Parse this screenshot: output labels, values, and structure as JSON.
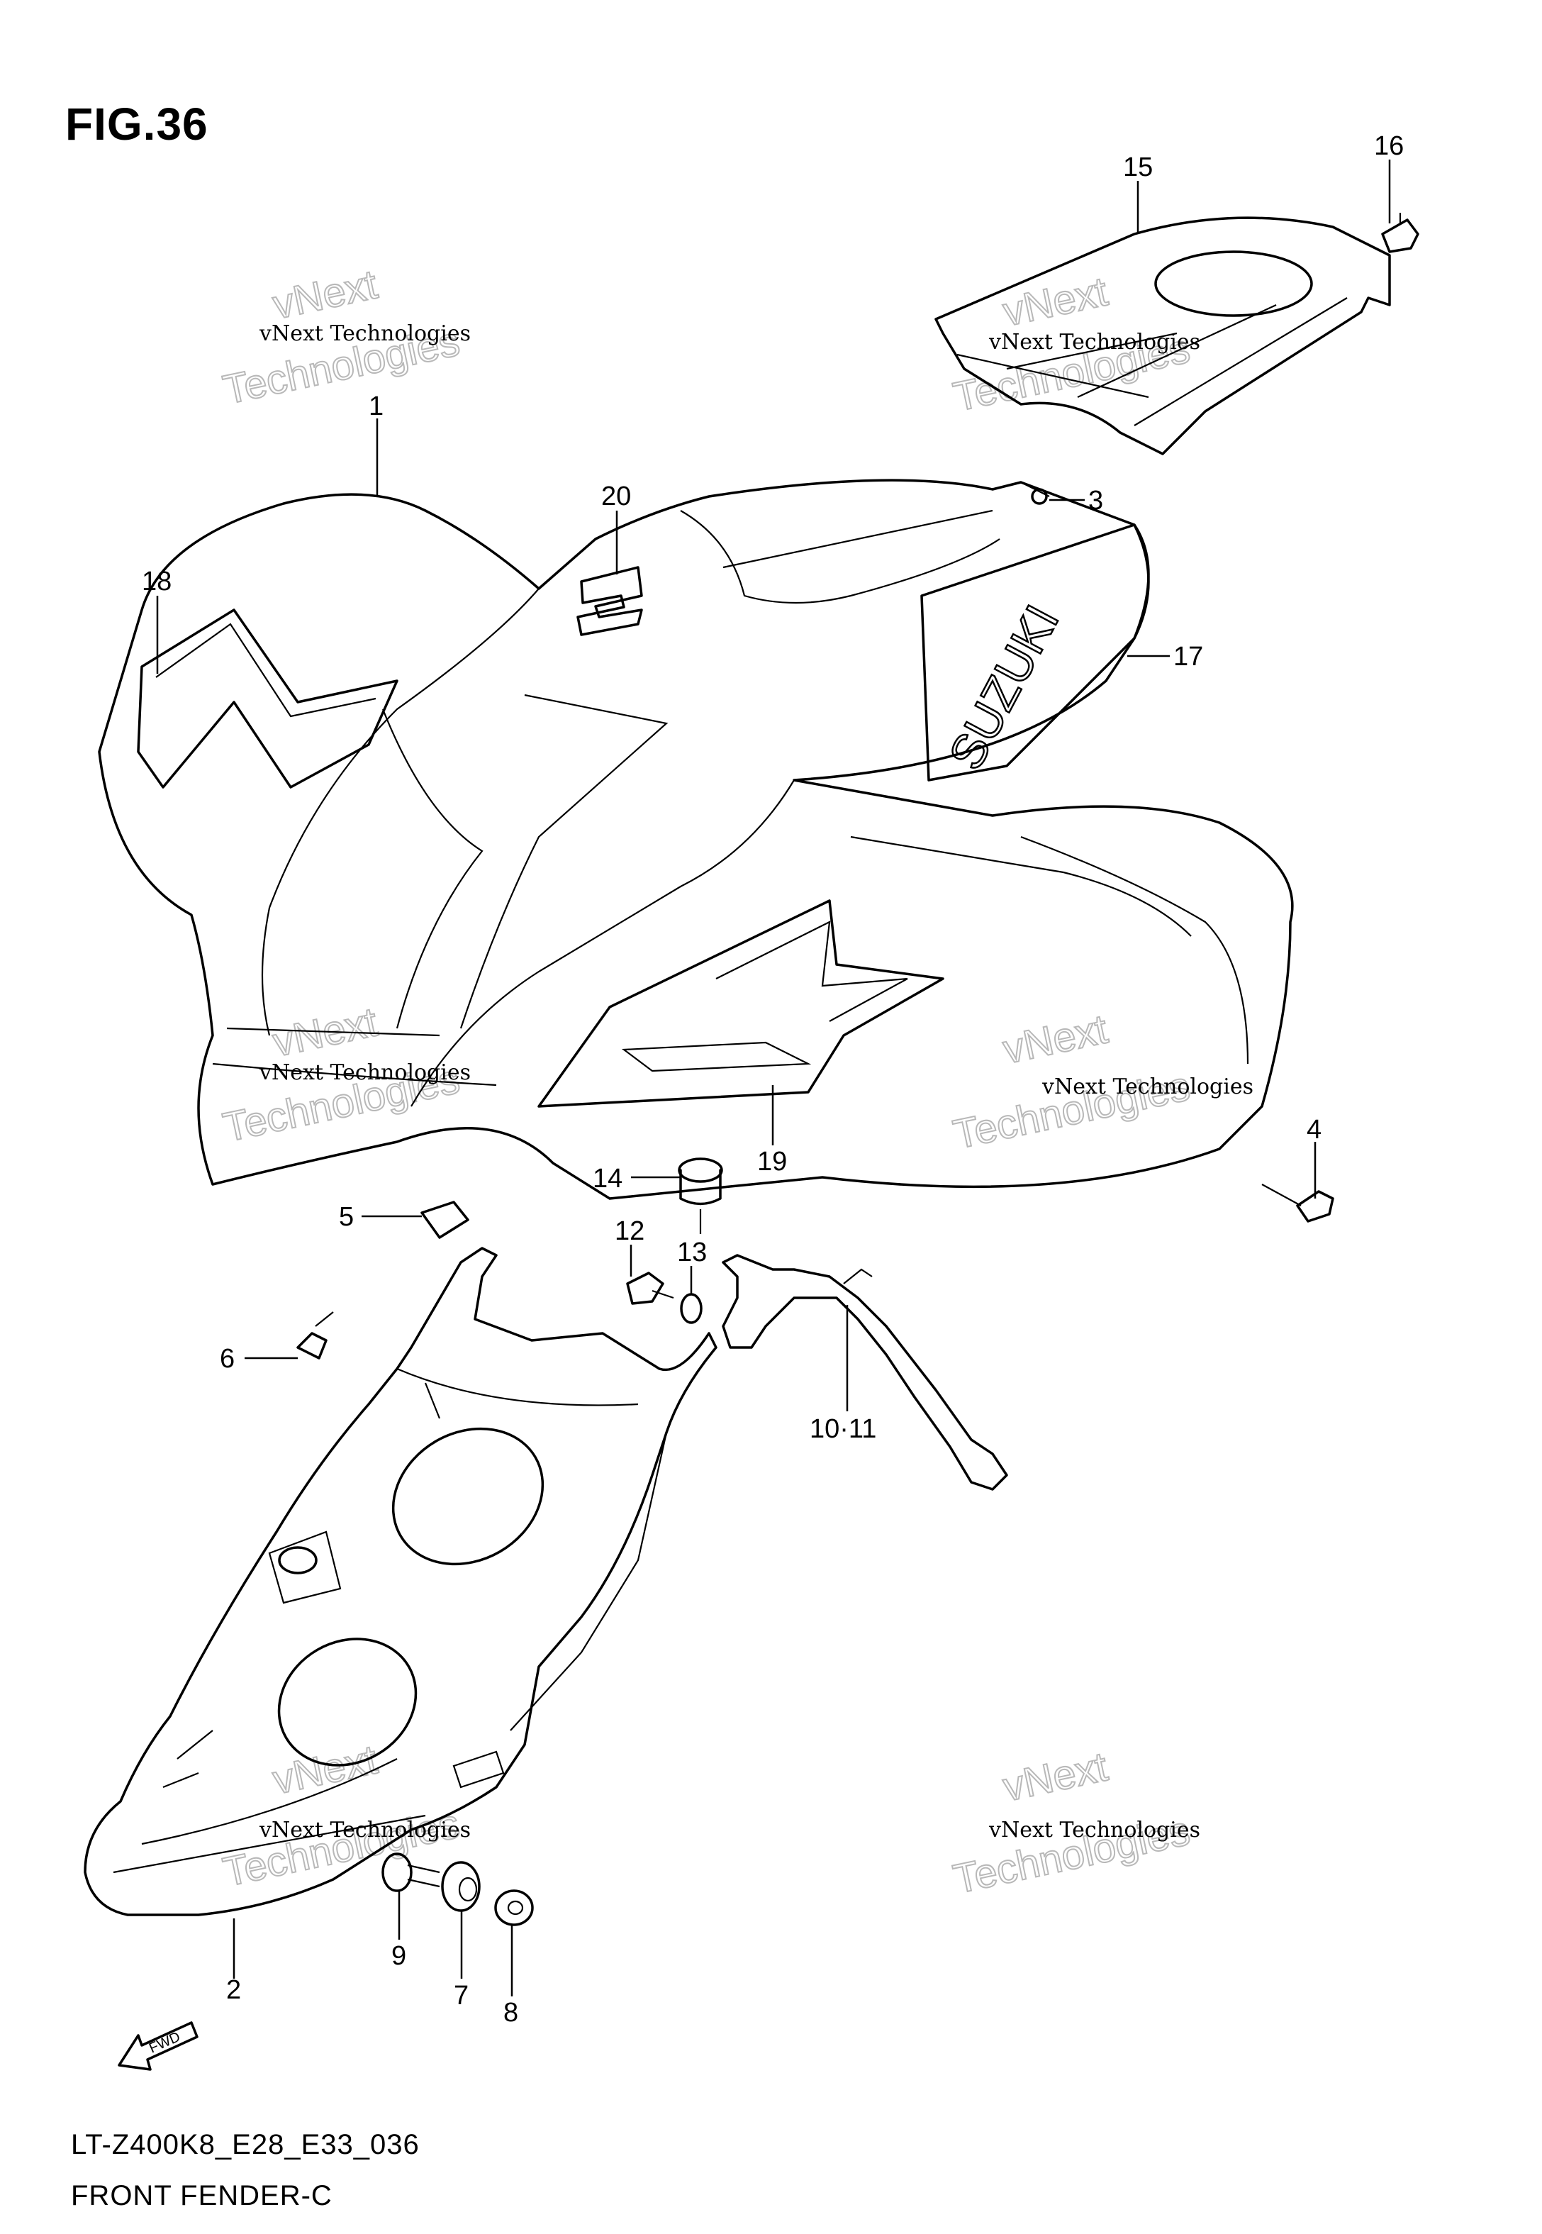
{
  "figure": {
    "title": "FIG.36",
    "code": "LT-Z400K8_E28_E33_036",
    "name": "FRONT FENDER-C"
  },
  "watermark": {
    "line1": "vNext Technologies",
    "line2": "vNext",
    "line3": "Technologies"
  },
  "decal": {
    "brand": "SUZUKI"
  },
  "fwd_badge": "FWD",
  "callouts": {
    "c1": "1",
    "c2": "2",
    "c3": "3",
    "c4": "4",
    "c5": "5",
    "c6": "6",
    "c7": "7",
    "c8": "8",
    "c9": "9",
    "c10_11": "10·11",
    "c12": "12",
    "c13": "13",
    "c14": "14",
    "c15": "15",
    "c16": "16",
    "c17": "17",
    "c18": "18",
    "c19": "19",
    "c20": "20"
  }
}
